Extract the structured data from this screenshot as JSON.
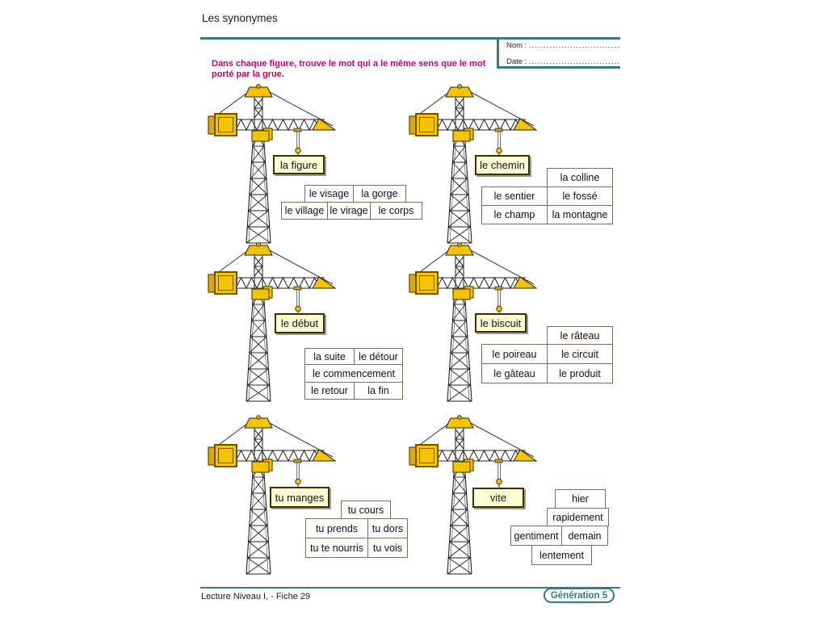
{
  "page": {
    "title": "Les synonymes",
    "instruction_line1": "Dans chaque figure, trouve le mot qui a le même sens que le mot",
    "instruction_line2": "porté par la grue.",
    "nom_label": "Nom :",
    "date_label": "Date :",
    "leader_dots": "............................................................",
    "footer_reference": "Lecture Niveau I,  - Fiche 29",
    "edition_badge": "Génération 5",
    "colors": {
      "teal": "#337a8a",
      "magenta": "#c2007a",
      "crane_yellow": "#f5c400",
      "label_fill": "#ffffd6"
    }
  },
  "exercises": [
    {
      "label": "la figure",
      "choices": [
        "le visage",
        "la gorge",
        "le village",
        "le virage",
        "le corps"
      ]
    },
    {
      "label": "le chemin",
      "choices": [
        "la colline",
        "le sentier",
        "le fossé",
        "le champ",
        "la montagne"
      ]
    },
    {
      "label": "le début",
      "choices": [
        "la suite",
        "le détour",
        "le commencement",
        "le retour",
        "la fin"
      ]
    },
    {
      "label": "le biscuit",
      "choices": [
        "le râteau",
        "le poireau",
        "le circuit",
        "le gâteau",
        "le produit"
      ]
    },
    {
      "label": "tu manges",
      "choices": [
        "tu cours",
        "tu prends",
        "tu dors",
        "tu te nourris",
        "tu vois"
      ]
    },
    {
      "label": "vite",
      "choices": [
        "hier",
        "rapidement",
        "gentiment",
        "demain",
        "lentement"
      ]
    }
  ]
}
